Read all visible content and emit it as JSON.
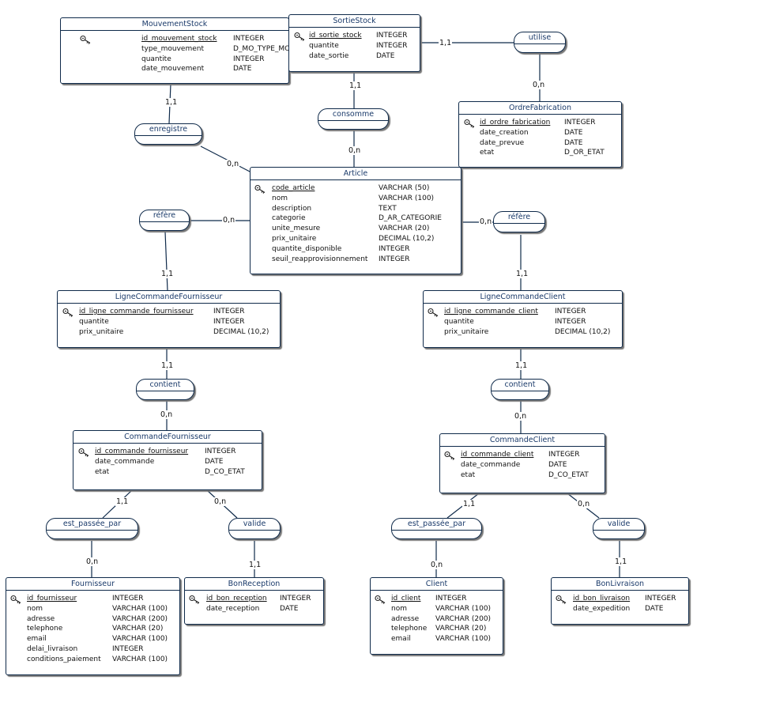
{
  "icons": {
    "key": "key-icon"
  },
  "colors": {
    "border": "#0f2a4a",
    "title": "#1a3a6a",
    "shadow": "#777777"
  },
  "entities": {
    "mouvement_stock": {
      "title": "MouvementStock",
      "attrs": [
        {
          "name": "id_mouvement_stock",
          "type": "INTEGER",
          "pk": true
        },
        {
          "name": "type_mouvement",
          "type": "D_MO_TYPE_MOUVEMENT"
        },
        {
          "name": "quantite",
          "type": "INTEGER"
        },
        {
          "name": "date_mouvement",
          "type": "DATE"
        }
      ]
    },
    "sortie_stock": {
      "title": "SortieStock",
      "attrs": [
        {
          "name": "id_sortie_stock",
          "type": "INTEGER",
          "pk": true
        },
        {
          "name": "quantite",
          "type": "INTEGER"
        },
        {
          "name": "date_sortie",
          "type": "DATE"
        }
      ]
    },
    "ordre_fabrication": {
      "title": "OrdreFabrication",
      "attrs": [
        {
          "name": "id_ordre_fabrication",
          "type": "INTEGER",
          "pk": true
        },
        {
          "name": "date_creation",
          "type": "DATE"
        },
        {
          "name": "date_prevue",
          "type": "DATE"
        },
        {
          "name": "etat",
          "type": "D_OR_ETAT"
        }
      ]
    },
    "article": {
      "title": "Article",
      "attrs": [
        {
          "name": "code_article",
          "type": "VARCHAR (50)",
          "pk": true
        },
        {
          "name": "nom",
          "type": "VARCHAR (100)"
        },
        {
          "name": "description",
          "type": "TEXT"
        },
        {
          "name": "categorie",
          "type": "D_AR_CATEGORIE"
        },
        {
          "name": "unite_mesure",
          "type": "VARCHAR (20)"
        },
        {
          "name": "prix_unitaire",
          "type": "DECIMAL (10,2)"
        },
        {
          "name": "quantite_disponible",
          "type": "INTEGER"
        },
        {
          "name": "seuil_reapprovisionnement",
          "type": "INTEGER"
        }
      ]
    },
    "ligne_commande_fournisseur": {
      "title": "LigneCommandeFournisseur",
      "attrs": [
        {
          "name": "id_ligne_commande_fournisseur",
          "type": "INTEGER",
          "pk": true
        },
        {
          "name": "quantite",
          "type": "INTEGER"
        },
        {
          "name": "prix_unitaire",
          "type": "DECIMAL (10,2)"
        }
      ]
    },
    "ligne_commande_client": {
      "title": "LigneCommandeClient",
      "attrs": [
        {
          "name": "id_ligne_commande_client",
          "type": "INTEGER",
          "pk": true
        },
        {
          "name": "quantite",
          "type": "INTEGER"
        },
        {
          "name": "prix_unitaire",
          "type": "DECIMAL (10,2)"
        }
      ]
    },
    "commande_fournisseur": {
      "title": "CommandeFournisseur",
      "attrs": [
        {
          "name": "id_commande_fournisseur",
          "type": "INTEGER",
          "pk": true
        },
        {
          "name": "date_commande",
          "type": "DATE"
        },
        {
          "name": "etat",
          "type": "D_CO_ETAT"
        }
      ]
    },
    "commande_client": {
      "title": "CommandeClient",
      "attrs": [
        {
          "name": "id_commande_client",
          "type": "INTEGER",
          "pk": true
        },
        {
          "name": "date_commande",
          "type": "DATE"
        },
        {
          "name": "etat",
          "type": "D_CO_ETAT"
        }
      ]
    },
    "fournisseur": {
      "title": "Fournisseur",
      "attrs": [
        {
          "name": "id_fournisseur",
          "type": "INTEGER",
          "pk": true
        },
        {
          "name": "nom",
          "type": "VARCHAR (100)"
        },
        {
          "name": "adresse",
          "type": "VARCHAR (200)"
        },
        {
          "name": "telephone",
          "type": "VARCHAR (20)"
        },
        {
          "name": "email",
          "type": "VARCHAR (100)"
        },
        {
          "name": "delai_livraison",
          "type": "INTEGER"
        },
        {
          "name": "conditions_paiement",
          "type": "VARCHAR (100)"
        }
      ]
    },
    "bon_reception": {
      "title": "BonReception",
      "attrs": [
        {
          "name": "id_bon_reception",
          "type": "INTEGER",
          "pk": true
        },
        {
          "name": "date_reception",
          "type": "DATE"
        }
      ]
    },
    "client": {
      "title": "Client",
      "attrs": [
        {
          "name": "id_client",
          "type": "INTEGER",
          "pk": true
        },
        {
          "name": "nom",
          "type": "VARCHAR (100)"
        },
        {
          "name": "adresse",
          "type": "VARCHAR (200)"
        },
        {
          "name": "telephone",
          "type": "VARCHAR (20)"
        },
        {
          "name": "email",
          "type": "VARCHAR (100)"
        }
      ]
    },
    "bon_livraison": {
      "title": "BonLivraison",
      "attrs": [
        {
          "name": "id_bon_livraison",
          "type": "INTEGER",
          "pk": true
        },
        {
          "name": "date_expedition",
          "type": "DATE"
        }
      ]
    }
  },
  "associations": {
    "utilise": "utilise",
    "consomme": "consomme",
    "enregistre": "enregistre",
    "refere_fournisseur": "réfère",
    "refere_client": "réfère",
    "contient_fournisseur": "contient",
    "contient_client": "contient",
    "est_passee_par_fournisseur": "est_passée_par",
    "valide_fournisseur": "valide",
    "est_passee_par_client": "est_passée_par",
    "valide_client": "valide"
  },
  "cardinalities": {
    "sortie_utilise": "1,1",
    "ordre_utilise": "0,n",
    "sortie_consomme": "1,1",
    "article_consomme": "0,n",
    "mouvement_enregistre": "1,1",
    "article_enregistre": "0,n",
    "article_refere_fournisseur": "0,n",
    "ligne_f_refere": "1,1",
    "article_refere_client": "0,n",
    "ligne_c_refere": "1,1",
    "ligne_f_contient": "1,1",
    "commande_f_contient": "0,n",
    "ligne_c_contient": "1,1",
    "commande_c_contient": "0,n",
    "commande_f_passee": "1,1",
    "fournisseur_passee": "0,n",
    "commande_f_valide": "0,n",
    "bon_reception_valide": "1,1",
    "commande_c_passee": "1,1",
    "client_passee": "0,n",
    "commande_c_valide": "0,n",
    "bon_livraison_valide": "1,1"
  }
}
